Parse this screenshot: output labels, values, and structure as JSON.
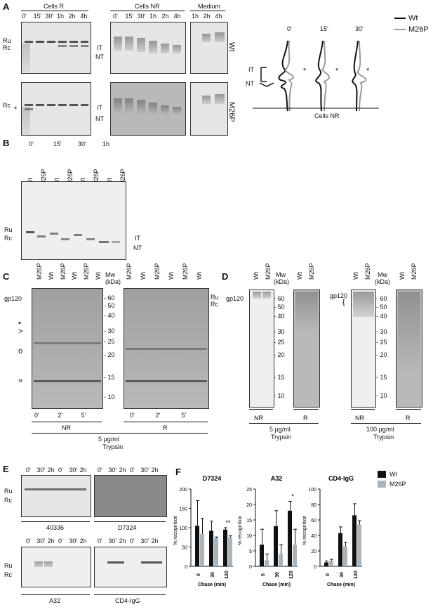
{
  "panels": {
    "A": {
      "label": "A",
      "cells_r": "Cells R",
      "cells_nr": "Cells NR",
      "medium": "Medium",
      "lanes_6": [
        "0'",
        "15'",
        "30'",
        "1h",
        "2h",
        "4h"
      ],
      "lanes_medium": [
        "1h",
        "2h",
        "4h"
      ],
      "ru": "Ru",
      "rc": "Rc",
      "it": "IT",
      "nt": "NT",
      "wt": "Wt",
      "m26p": "M26P",
      "profile_times": [
        "0'",
        "15'",
        "30'"
      ],
      "profile_caption": "Cells NR",
      "star": "*"
    },
    "B": {
      "label": "B",
      "times": [
        "0'",
        "15'",
        "30'",
        "1h"
      ],
      "lanes": [
        "Wt",
        "M26P",
        "Wt",
        "M26P",
        "Wt",
        "M26P",
        "Wt",
        "M26P"
      ],
      "ru": "Ru",
      "rc": "Rc",
      "it": "IT",
      "nt": "NT"
    },
    "C": {
      "label": "C",
      "lanes": [
        "M26P",
        "Wt",
        "M26P",
        "Wt",
        "M26P",
        "Wt"
      ],
      "mw": "Mw",
      "kda": "(kDa)",
      "gp120": "gp120",
      "markers": [
        "60",
        "50",
        "40",
        "30",
        "25",
        "20",
        "15",
        "10"
      ],
      "times": [
        "0'",
        "2'",
        "5'"
      ],
      "nr": "NR",
      "r": "R",
      "conc": "5 µg/ml",
      "trypsin": "Trypsin",
      "symbols": [
        "•",
        ">",
        "o",
        "»"
      ],
      "ru": "Ru",
      "rc": "Rc"
    },
    "D": {
      "label": "D",
      "lanes": [
        "Wt",
        "M26P"
      ],
      "mw": "Mw",
      "kda": "(kDa)",
      "gp120": "gp120",
      "markers": [
        "60",
        "50",
        "40",
        "30",
        "25",
        "20",
        "15",
        "10"
      ],
      "nr": "NR",
      "r": "R",
      "conc1": "5 µg/ml",
      "conc2": "100 µg/ml",
      "trypsin": "Trypsin",
      "brace": "{"
    },
    "E": {
      "label": "E",
      "times": [
        "0'",
        "30'",
        "2h"
      ],
      "ru": "Ru",
      "rc": "Rc",
      "captions": [
        "40336",
        "D7324",
        "A32",
        "CD4-IgG"
      ]
    },
    "F": {
      "label": "F",
      "ylabel": "% recognition",
      "xlabel": "Chase (min)",
      "legend_wt": "Wt",
      "legend_m26p": "M26P"
    }
  },
  "chart_data": [
    {
      "type": "bar",
      "title": "D7324",
      "categories": [
        "0",
        "30",
        "120"
      ],
      "series": [
        {
          "name": "Wt",
          "values": [
            105,
            92,
            95
          ],
          "errors": [
            65,
            25,
            5
          ]
        },
        {
          "name": "M26P",
          "values": [
            84,
            73,
            76
          ],
          "errors": [
            40,
            3,
            3
          ]
        }
      ],
      "ylim": [
        0,
        200
      ],
      "yticks": [
        0,
        50,
        100,
        150,
        200
      ],
      "annotation": "**",
      "xlabel": "Chase (min)",
      "ylabel": "% recognition"
    },
    {
      "type": "bar",
      "title": "A32",
      "categories": [
        "0",
        "30",
        "120"
      ],
      "series": [
        {
          "name": "Wt",
          "values": [
            7,
            13,
            18
          ],
          "errors": [
            5,
            5,
            3
          ]
        },
        {
          "name": "M26P",
          "values": [
            2,
            4,
            7
          ],
          "errors": [
            2,
            3,
            5
          ]
        }
      ],
      "ylim": [
        0,
        25
      ],
      "yticks": [
        0,
        5,
        10,
        15,
        20,
        25
      ],
      "annotation": "*",
      "xlabel": "Chase (min)",
      "ylabel": "% recognition"
    },
    {
      "type": "bar",
      "title": "CD4-IgG",
      "categories": [
        "0",
        "30",
        "120"
      ],
      "series": [
        {
          "name": "Wt",
          "values": [
            5,
            43,
            66
          ],
          "errors": [
            2,
            8,
            15
          ]
        },
        {
          "name": "M26P",
          "values": [
            7,
            26,
            54
          ],
          "errors": [
            2,
            5,
            5
          ]
        }
      ],
      "ylim": [
        0,
        100
      ],
      "yticks": [
        0,
        20,
        40,
        60,
        80,
        100
      ],
      "xlabel": "Chase (min)",
      "ylabel": "% recognition"
    }
  ],
  "colors": {
    "wt": "#111111",
    "m26p": "#a9b4bd"
  }
}
